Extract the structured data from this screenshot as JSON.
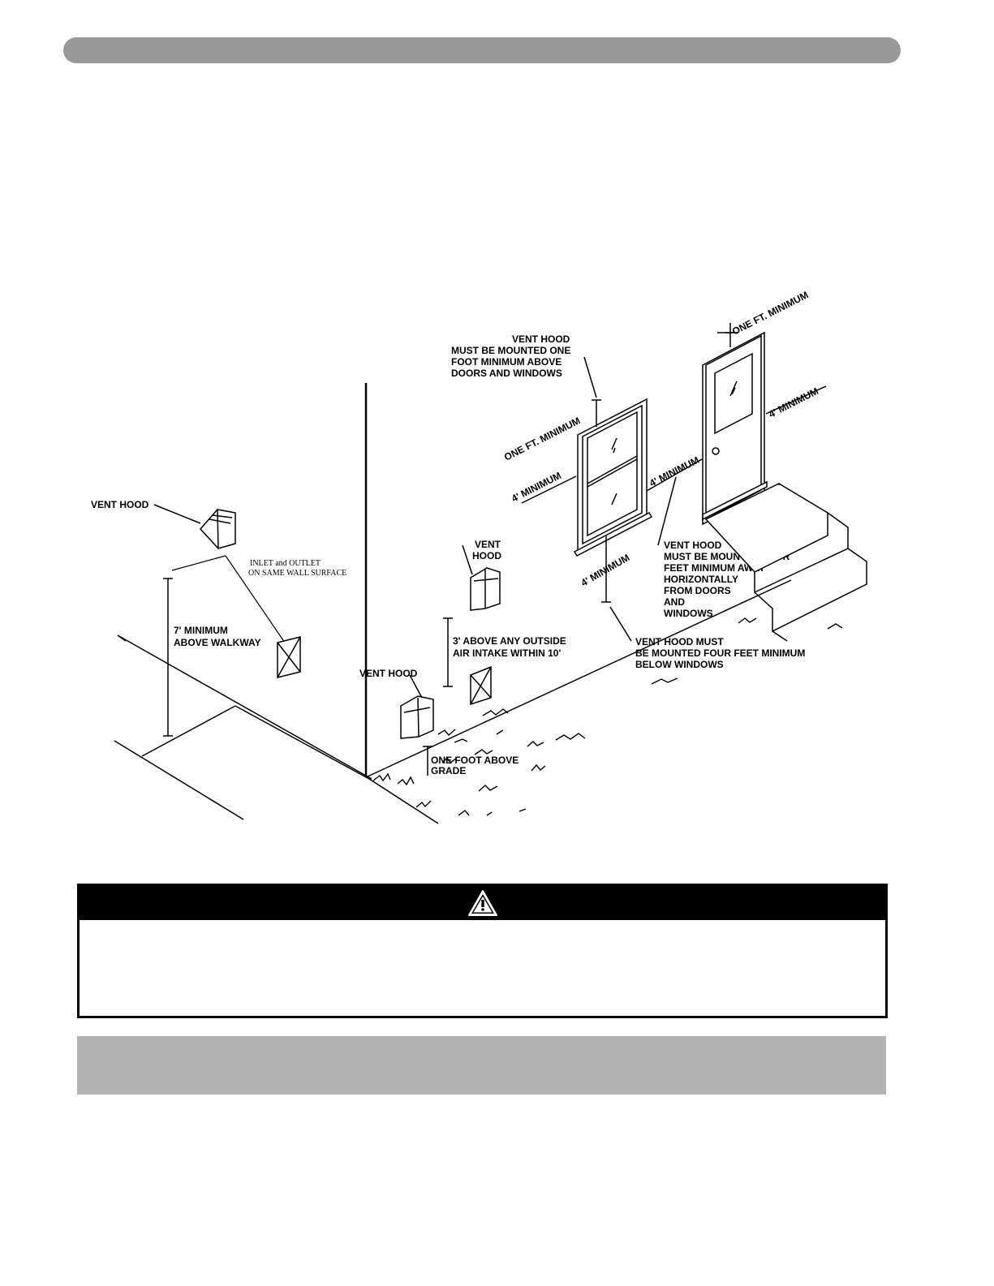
{
  "diagram": {
    "left_scene": {
      "vent_hood": "VENT HOOD",
      "inlet_outlet_line1": "INLET and OUTLET",
      "inlet_outlet_line2": "ON SAME WALL SURFACE",
      "walkway_line1": "7' MINIMUM",
      "walkway_line2": "ABOVE WALKWAY"
    },
    "middle_scene": {
      "vent_hood_top_line1": "VENT",
      "vent_hood_top_line2": "HOOD",
      "intake_line1": "3' ABOVE ANY OUTSIDE",
      "intake_line2": "AIR INTAKE WITHIN 10'",
      "vent_hood_bottom": "VENT HOOD",
      "grade_line1": "ONE FOOT ABOVE",
      "grade_line2": "GRADE"
    },
    "window_scene": {
      "above_line1": "VENT HOOD",
      "above_line2": "MUST BE MOUNTED ONE",
      "above_line3": "FOOT MINIMUM ABOVE",
      "above_line4": "DOORS AND WINDOWS",
      "one_ft": "ONE FT. MINIMUM",
      "four_left": "4' MINIMUM",
      "four_right": "4' MINIMUM",
      "four_below": "4' MINIMUM",
      "horiz_line1": "VENT HOOD",
      "horiz_line2": "MUST BE MOUNTED FOUR",
      "horiz_line3": "FEET MINIMUM AWAY",
      "horiz_line4": "HORIZONTALLY",
      "horiz_line5": "FROM DOORS",
      "horiz_line6": "AND",
      "horiz_line7": "WINDOWS",
      "below_line1": "VENT HOOD MUST",
      "below_line2": "BE MOUNTED FOUR FEET MINIMUM",
      "below_line3": "BELOW WINDOWS"
    },
    "door_scene": {
      "one_ft": "ONE FT. MINIMUM",
      "four_right": "4' MINIMUM"
    }
  },
  "warning": {
    "icon": "warning-triangle-icon"
  },
  "colors": {
    "top_bar": "#999999",
    "grey_band": "#b3b3b3"
  }
}
